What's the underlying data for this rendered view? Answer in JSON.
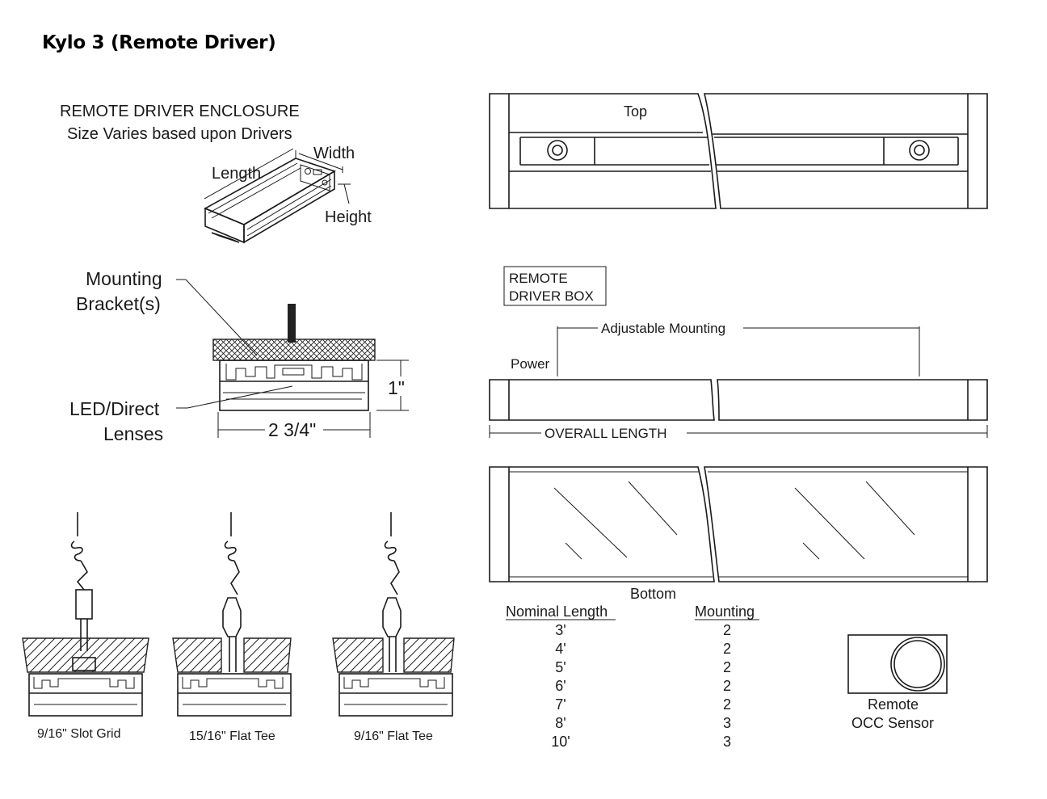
{
  "title": "Kylo 3 (Remote Driver)",
  "enclosure": {
    "heading": "REMOTE DRIVER ENCLOSURE",
    "subheading": "Size Varies based upon Drivers",
    "length_label": "Length",
    "width_label": "Width",
    "height_label": "Height"
  },
  "section": {
    "mounting_bracket_line1": "Mounting",
    "mounting_bracket_line2": "Bracket(s)",
    "led_line1": "LED/Direct",
    "led_line2": "Lenses",
    "height_dim": "1\"",
    "width_dim": "2 3/4\""
  },
  "grid_details": [
    {
      "label": "9/16\" Slot Grid"
    },
    {
      "label": "15/16\" Flat Tee"
    },
    {
      "label": "9/16\" Flat Tee"
    }
  ],
  "top_view": {
    "label": "Top"
  },
  "side_view": {
    "box_line1": "REMOTE",
    "box_line2": "DRIVER BOX",
    "adjustable": "Adjustable Mounting",
    "power": "Power",
    "overall": "OVERALL LENGTH"
  },
  "bottom_view": {
    "label": "Bottom"
  },
  "table": {
    "headers": [
      "Nominal Length",
      "Mounting"
    ],
    "rows": [
      [
        "3'",
        "2"
      ],
      [
        "4'",
        "2"
      ],
      [
        "5'",
        "2"
      ],
      [
        "6'",
        "2"
      ],
      [
        "7'",
        "2"
      ],
      [
        "8'",
        "3"
      ],
      [
        "10'",
        "3"
      ]
    ]
  },
  "sensor": {
    "line1": "Remote",
    "line2": "OCC Sensor"
  }
}
